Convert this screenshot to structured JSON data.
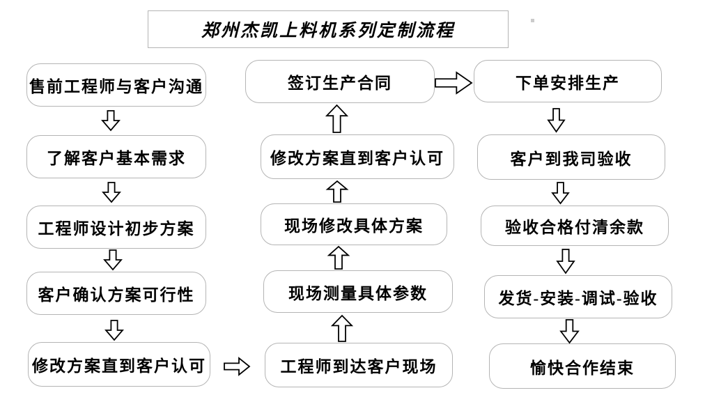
{
  "title": "郑州杰凯上料机系列定制流程",
  "columns": {
    "left": [
      {
        "label": "售前工程师与客户沟通"
      },
      {
        "label": "了解客户基本需求"
      },
      {
        "label": "工程师设计初步方案"
      },
      {
        "label": "客户确认方案可行性"
      },
      {
        "label": "修改方案直到客户认可"
      }
    ],
    "middle": [
      {
        "label": "签订生产合同"
      },
      {
        "label": "修改方案直到客户认可"
      },
      {
        "label": "现场修改具体方案"
      },
      {
        "label": "现场测量具体参数"
      },
      {
        "label": "工程师到达客户现场"
      }
    ],
    "right": [
      {
        "label": "下单安排生产"
      },
      {
        "label": "客户到我司验收"
      },
      {
        "label": "验收合格付清余款"
      },
      {
        "label": "发货-安装-调试-验收"
      },
      {
        "label": "愉快合作结束"
      }
    ]
  },
  "icons": {
    "down_arrow": "down-block-arrow",
    "up_arrow": "up-block-arrow",
    "right_arrow": "right-block-arrow"
  },
  "colors": {
    "background": "#ffffff",
    "box_border": "#b4b4b4",
    "arrow_outline": "#000000",
    "text": "#000000"
  }
}
